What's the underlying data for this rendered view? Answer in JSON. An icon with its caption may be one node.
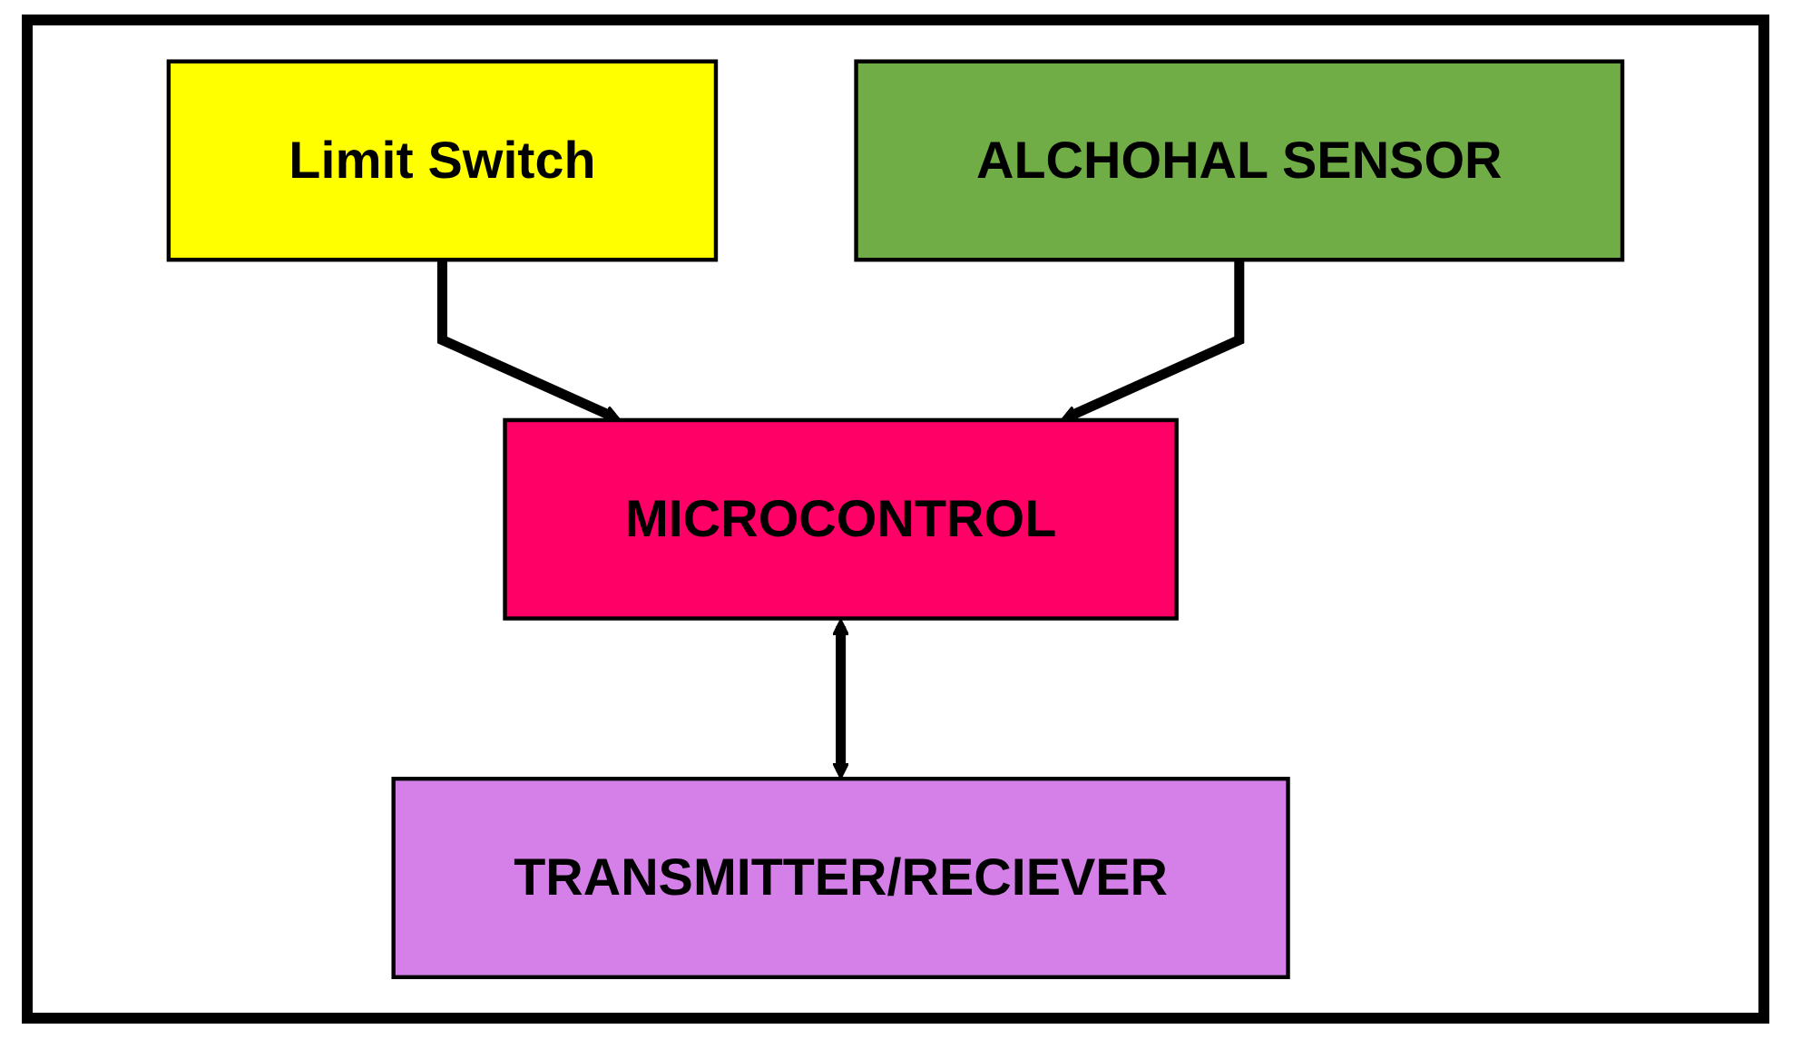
{
  "diagram": {
    "nodes": [
      {
        "text": [
          "Limit Switch"
        ]
      },
      {
        "text": [
          "ALCHOHAL SENSOR"
        ]
      },
      {
        "text": [
          "MICROCONTROL"
        ]
      },
      {
        "text": [
          "TRANSMITTER/RECIEVER"
        ]
      }
    ],
    "edges": [
      {
        "from": 0,
        "to": 2,
        "arrow": "to"
      },
      {
        "from": 1,
        "to": 2,
        "arrow": "to"
      },
      {
        "from": 2,
        "to": 3,
        "arrow": "both"
      }
    ]
  }
}
